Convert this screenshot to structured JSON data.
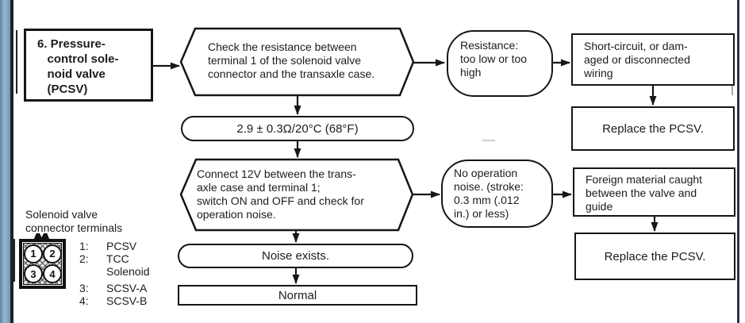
{
  "flow": {
    "step_label": "6. Pressure-\n   control sole-\n   noid valve\n   (PCSV)",
    "check1": "Check the resistance between\nterminal 1 of the solenoid valve\nconnector and the transaxle case.",
    "spec1": "2.9 ± 0.3Ω/20°C (68°F)",
    "fail1": "Resistance:\ntoo low or too\nhigh",
    "cause1": "Short-circuit, or dam-\naged or disconnected\nwiring",
    "action1": "Replace the PCSV.",
    "check2": "Connect 12V between the trans-\naxle case and terminal 1;\nswitch ON and OFF and check for\noperation noise.",
    "fail2": "No operation\nnoise. (stroke:\n0.3 mm (.012\nin.) or less)",
    "cause2": "Foreign material caught\nbetween the valve and\nguide",
    "action2": "Replace the PCSV.",
    "result_ok": "Noise exists.",
    "final": "Normal"
  },
  "connector": {
    "caption": "Solenoid valve\nconnector terminals",
    "terminals": [
      "1",
      "2",
      "3",
      "4"
    ],
    "legend": [
      {
        "num": "1:",
        "label": "PCSV"
      },
      {
        "num": "2:",
        "label": "TCC\nSolenoid"
      },
      {
        "num": "3:",
        "label": "SCSV-A"
      },
      {
        "num": "4:",
        "label": "SCSV-B"
      }
    ]
  },
  "colors": {
    "ink": "#161616",
    "page_edge_blue": "#8fadc7",
    "page_edge_dark": "#1a2430"
  }
}
